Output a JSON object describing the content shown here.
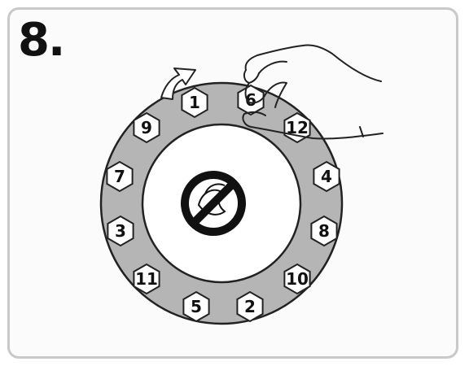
{
  "step_label": "8.",
  "wheel": {
    "numbers": [
      "1",
      "6",
      "12",
      "4",
      "8",
      "10",
      "2",
      "5",
      "11",
      "3",
      "7",
      "9"
    ],
    "ring_color": "#b5b5b5",
    "center_symbol": "prohibition-icon"
  }
}
